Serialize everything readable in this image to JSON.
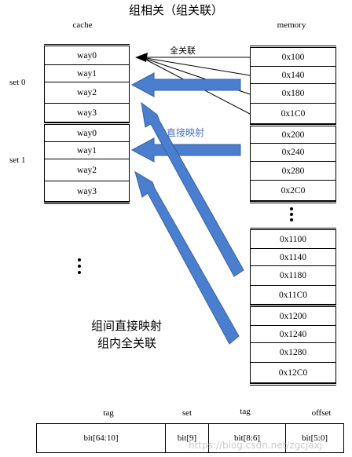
{
  "title": "组相关（组关联）",
  "cache_header": "cache",
  "memory_header": "memory",
  "set_labels": [
    "set 0",
    "set 1"
  ],
  "ways": [
    "way0",
    "way1",
    "way2",
    "way3"
  ],
  "memory_group1": [
    "0x100",
    "0x140",
    "0x180",
    "0x1C0",
    "0x200",
    "0x240",
    "0x280",
    "0x2C0"
  ],
  "memory_group2": [
    "0x1100",
    "0x1140",
    "0x1180",
    "0x11C0"
  ],
  "memory_group3": [
    "0x1200",
    "0x1240",
    "0x1280",
    "0x12C0"
  ],
  "labels": {
    "fully_assoc": "全关联",
    "direct_map": "直接映射",
    "summary_line1": "组间直接映射",
    "summary_line2": "组内全关联"
  },
  "address_fields": [
    "tag",
    "set",
    "tag",
    "offset"
  ],
  "address_bits": [
    "bit[64:10]",
    "bit[9]",
    "bit[8:6]",
    "bit[5:0]"
  ],
  "watermark": "https://blog.csdn.net/zgcjaxj",
  "colors": {
    "arrow_fill": "#4a7fd0",
    "arrow_stroke": "#3a5f9a",
    "direct_map_text": "#4a72c4"
  }
}
